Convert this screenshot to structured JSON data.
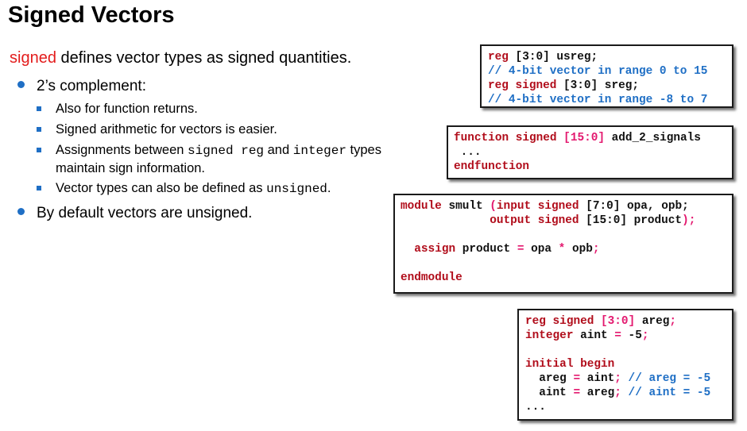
{
  "title": "Signed Vectors",
  "intro": {
    "keyword": "signed",
    "rest": " defines vector types as signed quantities."
  },
  "bullets": {
    "b1": "2’s complement:",
    "s1": "Also for function returns.",
    "s2": "Signed arithmetic for vectors is easier.",
    "s3": {
      "t1": "Assignments between ",
      "c1": "signed reg",
      "t2": " and ",
      "c2": "integer",
      "t3": " types",
      "t4": "maintain sign information."
    },
    "s4": {
      "t1": "Vector types can also be defined as ",
      "c1": "unsigned",
      "t2": "."
    },
    "b2": "By default vectors are unsigned."
  },
  "colors": {
    "bullet": "#1f6fc5",
    "keyword_intro": "#e31c1c",
    "code_keyword": "#b10d1b",
    "code_comment": "#1f6fc5",
    "code_punct": "#e3196f"
  },
  "code_boxes": [
    {
      "lines": [
        [
          [
            "kw",
            "reg"
          ],
          [
            "pl",
            " [3:0] usreg;"
          ]
        ],
        [
          [
            "cm",
            "// 4-bit vector in range 0 to 15"
          ]
        ],
        [
          [
            "kw",
            "reg signed"
          ],
          [
            "pl",
            " [3:0] sreg;"
          ]
        ],
        [
          [
            "cm",
            "// 4-bit vector in range -8 to 7"
          ]
        ]
      ]
    },
    {
      "lines": [
        [
          [
            "kw",
            "function signed"
          ],
          [
            "pu",
            " [15:0]"
          ],
          [
            "pl",
            " add_2_signals"
          ]
        ],
        [
          [
            "pl",
            " ..."
          ]
        ],
        [
          [
            "kw",
            "endfunction"
          ]
        ]
      ]
    },
    {
      "lines": [
        [
          [
            "kw",
            "module"
          ],
          [
            "pl",
            " smult "
          ],
          [
            "pu",
            "("
          ],
          [
            "kw",
            "input signed"
          ],
          [
            "pl",
            " [7:0] opa, opb;"
          ]
        ],
        [
          [
            "pl",
            "             "
          ],
          [
            "kw",
            "output signed"
          ],
          [
            "pl",
            " [15:0] product"
          ],
          [
            "pu",
            ");"
          ]
        ],
        [
          [
            "pl",
            ""
          ]
        ],
        [
          [
            "pl",
            "  "
          ],
          [
            "kw",
            "assign"
          ],
          [
            "pl",
            " product "
          ],
          [
            "pu",
            "="
          ],
          [
            "pl",
            " opa "
          ],
          [
            "pu",
            "*"
          ],
          [
            "pl",
            " opb"
          ],
          [
            "pu",
            ";"
          ]
        ],
        [
          [
            "pl",
            ""
          ]
        ],
        [
          [
            "kw",
            "endmodule"
          ]
        ]
      ]
    },
    {
      "lines": [
        [
          [
            "kw",
            "reg signed"
          ],
          [
            "pu",
            " [3:0]"
          ],
          [
            "pl",
            " areg"
          ],
          [
            "pu",
            ";"
          ]
        ],
        [
          [
            "kw",
            "integer"
          ],
          [
            "pl",
            " aint "
          ],
          [
            "pu",
            "="
          ],
          [
            "pl",
            " -5"
          ],
          [
            "pu",
            ";"
          ]
        ],
        [
          [
            "pl",
            ""
          ]
        ],
        [
          [
            "kw",
            "initial begin"
          ]
        ],
        [
          [
            "pl",
            "  areg "
          ],
          [
            "pu",
            "="
          ],
          [
            "pl",
            " aint"
          ],
          [
            "pu",
            ";"
          ],
          [
            "cm",
            " // areg = -5"
          ]
        ],
        [
          [
            "pl",
            "  aint "
          ],
          [
            "pu",
            "="
          ],
          [
            "pl",
            " areg"
          ],
          [
            "pu",
            ";"
          ],
          [
            "cm",
            " // aint = -5"
          ]
        ],
        [
          [
            "pl",
            "..."
          ]
        ]
      ]
    }
  ]
}
